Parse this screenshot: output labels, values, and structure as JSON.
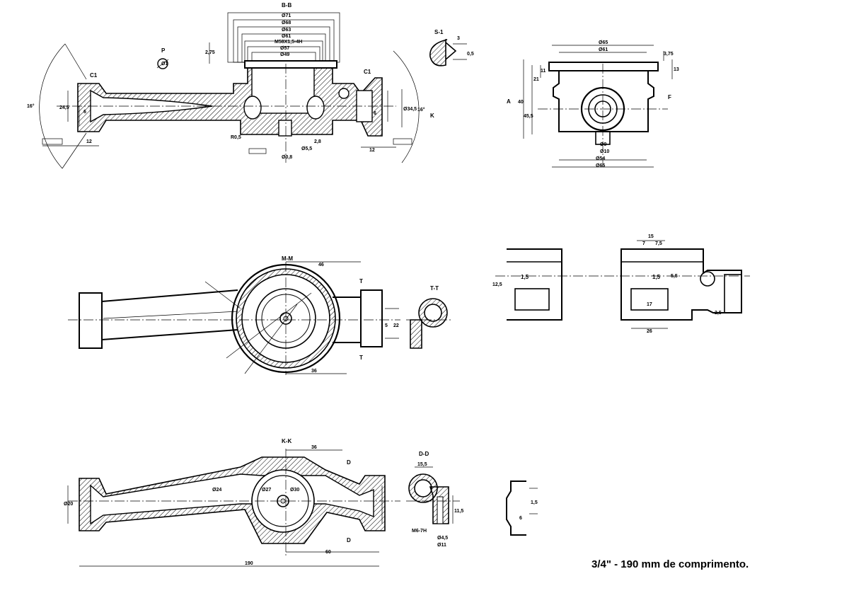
{
  "caption": "3/4\" - 190 mm de comprimento.",
  "views": {
    "top_section": {
      "label": "B-B",
      "dims": [
        "Ø71",
        "Ø68",
        "Ø63",
        "Ø61",
        "M58X1,5-4H",
        "Ø57",
        "Ø49",
        "C1",
        "C1",
        "16°",
        "16°",
        "24,5",
        "Ø34,5",
        "12",
        "12",
        "6",
        "6",
        "R0,5",
        "2,75",
        "P",
        "K",
        "Ø0,8",
        "Ø5,5",
        "2,8",
        "Ø1"
      ]
    },
    "detail_s": {
      "label": "S-1",
      "dims": [
        "3",
        "0,5"
      ]
    },
    "right_view": {
      "dims": [
        "Ø65",
        "Ø61",
        "3,75",
        "13",
        "21",
        "11",
        "40",
        "45,5",
        "Ø9",
        "Ø10",
        "Ø54",
        "Ø65",
        "F",
        "A"
      ]
    },
    "middle_plan": {
      "label": "M-M",
      "dims": [
        "46",
        "36",
        "T",
        "T",
        "5",
        "22"
      ]
    },
    "detail_t": {
      "label": "T-T"
    },
    "middle_right": {
      "dims": [
        "1,5",
        "1,5",
        "12,5",
        "15",
        "7",
        "7,5",
        "17",
        "26",
        "2,5",
        "5,5"
      ]
    },
    "bottom_section": {
      "label": "K-K",
      "dims": [
        "36",
        "60",
        "190",
        "D",
        "D",
        "Ø30",
        "Ø27",
        "Ø24",
        "Ø20"
      ]
    },
    "detail_d": {
      "label": "D-D",
      "dims": [
        "15,5",
        "11,5",
        "M6-7H",
        "Ø4,5",
        "Ø11"
      ]
    },
    "detail_small": {
      "dims": [
        "6",
        "1,5"
      ]
    }
  }
}
